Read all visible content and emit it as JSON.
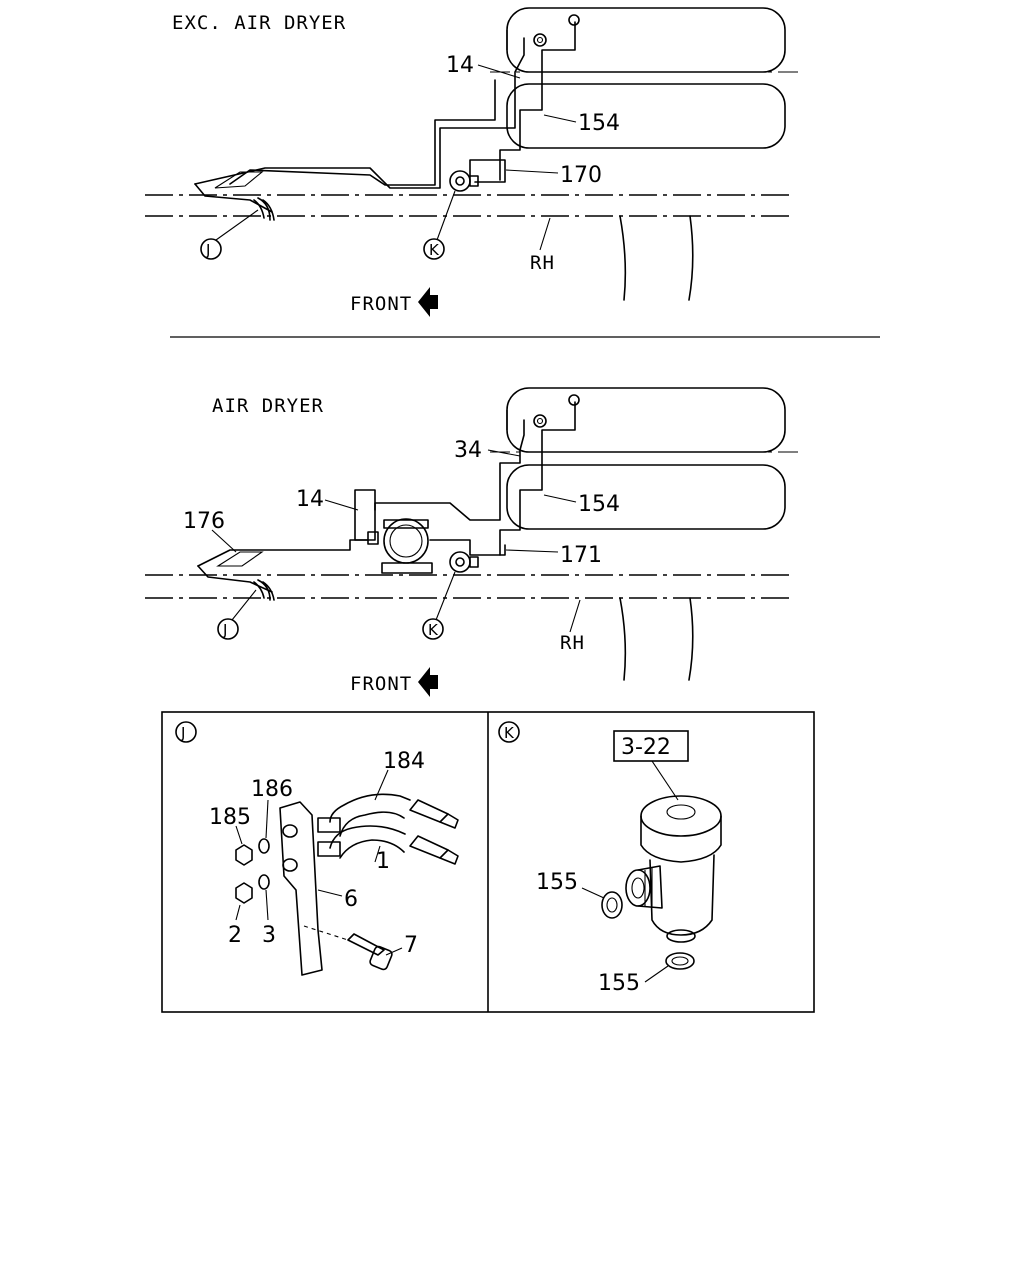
{
  "top_view": {
    "caption": "EXC. AIR DRYER",
    "callouts": [
      "14",
      "154",
      "170"
    ],
    "side": "RH",
    "direction": "FRONT",
    "detail_refs": [
      "J",
      "K"
    ]
  },
  "bottom_view": {
    "caption": "AIR DRYER",
    "callouts": [
      "34",
      "154",
      "14",
      "176",
      "171"
    ],
    "side": "RH",
    "direction": "FRONT",
    "detail_refs": [
      "J",
      "K"
    ]
  },
  "detail_j": {
    "ref": "J",
    "callouts": [
      "184",
      "186",
      "185",
      "1",
      "6",
      "2",
      "3",
      "7"
    ]
  },
  "detail_k": {
    "ref": "K",
    "box_label": "3-22",
    "callouts": [
      "155",
      "155"
    ]
  }
}
